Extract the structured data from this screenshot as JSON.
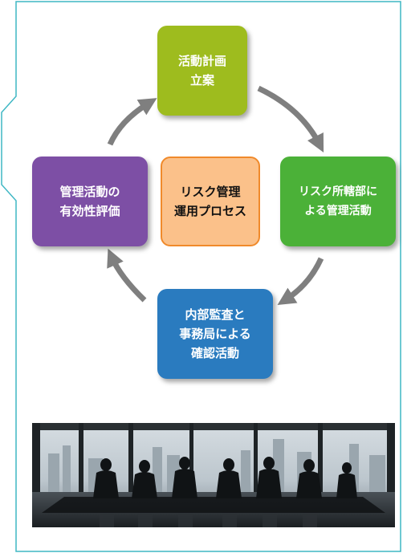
{
  "cycle": {
    "top": [
      "活動計画",
      "立案"
    ],
    "right": [
      "リスク所轄部に",
      "よる管理活動"
    ],
    "bottom": [
      "内部監査と",
      "事務局による",
      "確認活動"
    ],
    "left": [
      "管理活動の",
      "有効性評価"
    ],
    "center": [
      "リスク管理",
      "運用プロセス"
    ]
  },
  "colors": {
    "frame": "#3fb7c4",
    "top": "#9ebc1e",
    "right": "#4bb138",
    "bottom": "#2a7bbf",
    "left": "#7d4fa5",
    "center_fill": "#fbc18a",
    "center_border": "#f08a2b",
    "arrow": "#7f7f7f"
  },
  "photo": {
    "icon": "meeting-room-skyline-photo"
  }
}
